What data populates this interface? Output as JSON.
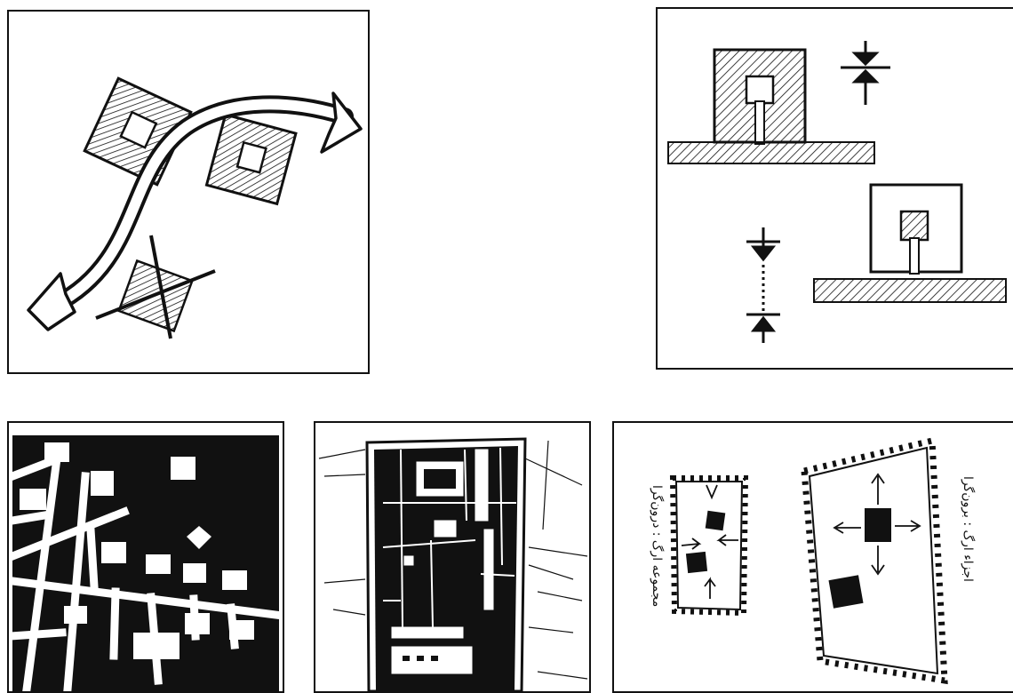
{
  "panels": [
    {
      "id": "a",
      "name": "desire-line-sketch"
    },
    {
      "id": "b",
      "name": "setback-compression-sketch"
    },
    {
      "id": "c",
      "name": "figure-ground-street-pattern"
    },
    {
      "id": "d",
      "name": "courtyard-site-plan"
    },
    {
      "id": "e",
      "name": "inward-outward-sketch"
    }
  ],
  "annotations": {
    "left_text": "مجموعه ارگ : درون‌گرا",
    "right_text": "اجزاء ارگ : برون‌گرا"
  },
  "colors": {
    "ink": "#111111",
    "paper": "#ffffff",
    "tone": "#9a9a9a"
  }
}
